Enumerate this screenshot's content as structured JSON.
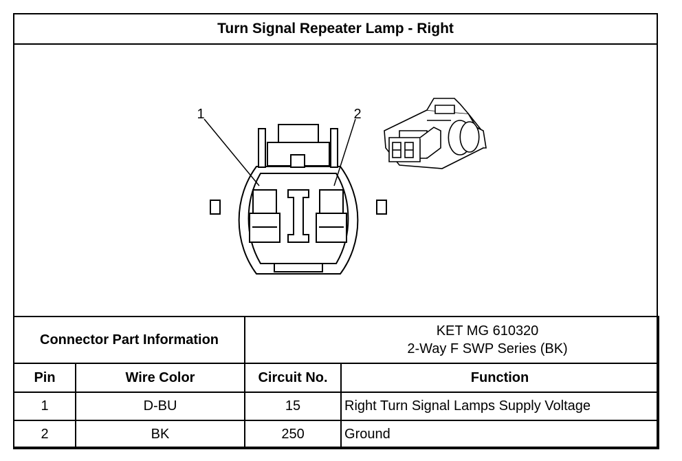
{
  "title": "Turn Signal Repeater Lamp - Right",
  "diagram": {
    "pin_labels": [
      "1",
      "2"
    ]
  },
  "connector_part_info": {
    "label": "Connector Part Information",
    "lines": [
      "KET MG 610320",
      "2-Way F SWP Series (BK)"
    ]
  },
  "table": {
    "headers": [
      "Pin",
      "Wire Color",
      "Circuit No.",
      "Function"
    ],
    "rows": [
      [
        "1",
        "D-BU",
        "15",
        "Right Turn Signal Lamps Supply Voltage"
      ],
      [
        "2",
        "BK",
        "250",
        "Ground"
      ]
    ]
  }
}
